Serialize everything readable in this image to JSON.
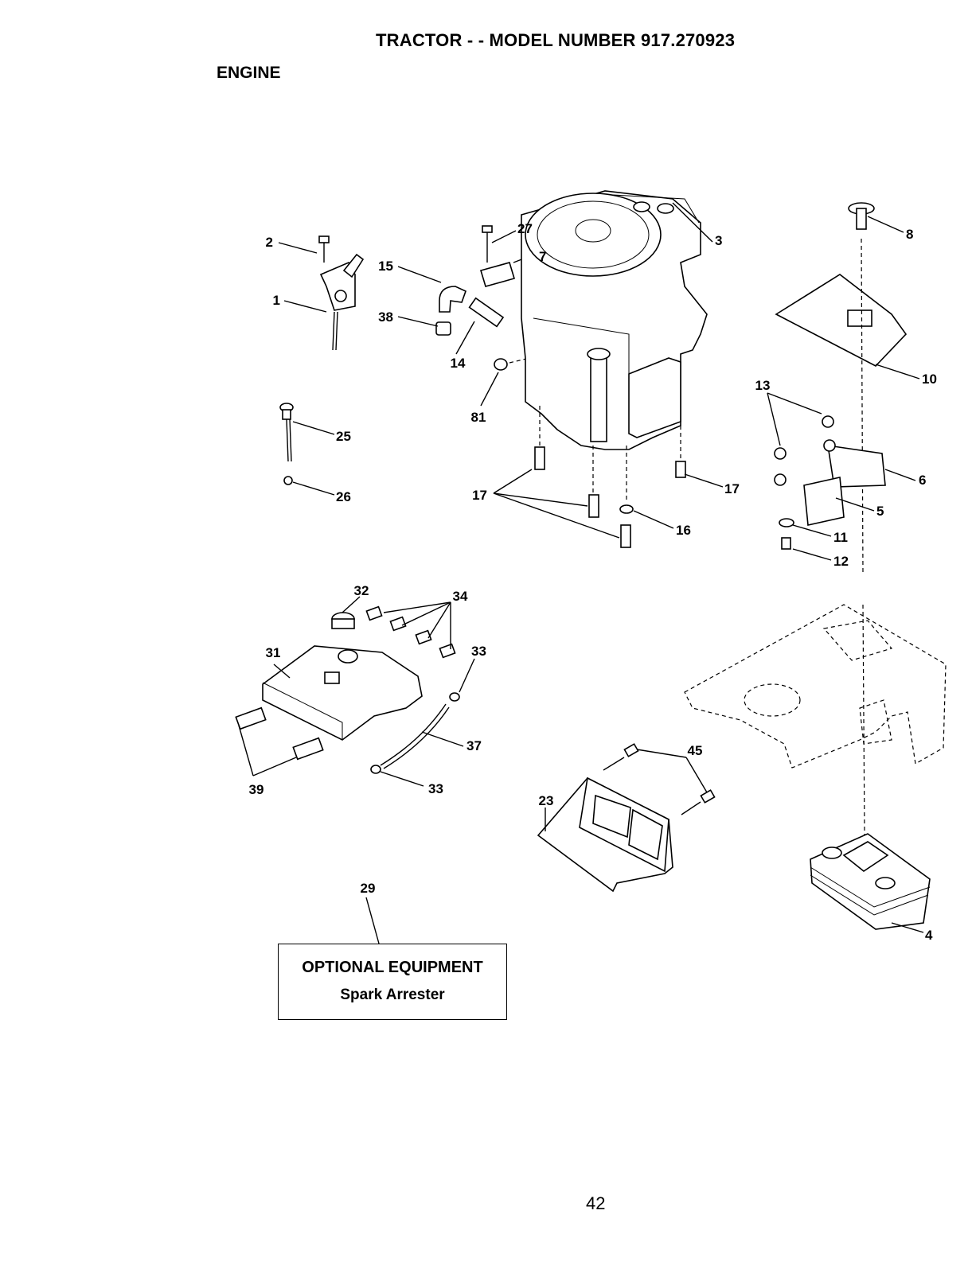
{
  "header": {
    "title": "TRACTOR - - MODEL NUMBER 917.270923",
    "section": "ENGINE"
  },
  "callouts": {
    "c1": "1",
    "c2": "2",
    "c3": "3",
    "c4": "4",
    "c5": "5",
    "c6": "6",
    "c7": "7",
    "c8": "8",
    "c10": "10",
    "c11": "11",
    "c12": "12",
    "c13": "13",
    "c14": "14",
    "c15": "15",
    "c16": "16",
    "c17a": "17",
    "c17b": "17",
    "c23": "23",
    "c25": "25",
    "c26": "26",
    "c27": "27",
    "c29": "29",
    "c31": "31",
    "c32": "32",
    "c33a": "33",
    "c33b": "33",
    "c34": "34",
    "c37": "37",
    "c38": "38",
    "c39": "39",
    "c45": "45",
    "c81": "81"
  },
  "optional_box": {
    "heading": "OPTIONAL EQUIPMENT",
    "item": "Spark Arrester"
  },
  "page_number": "42"
}
